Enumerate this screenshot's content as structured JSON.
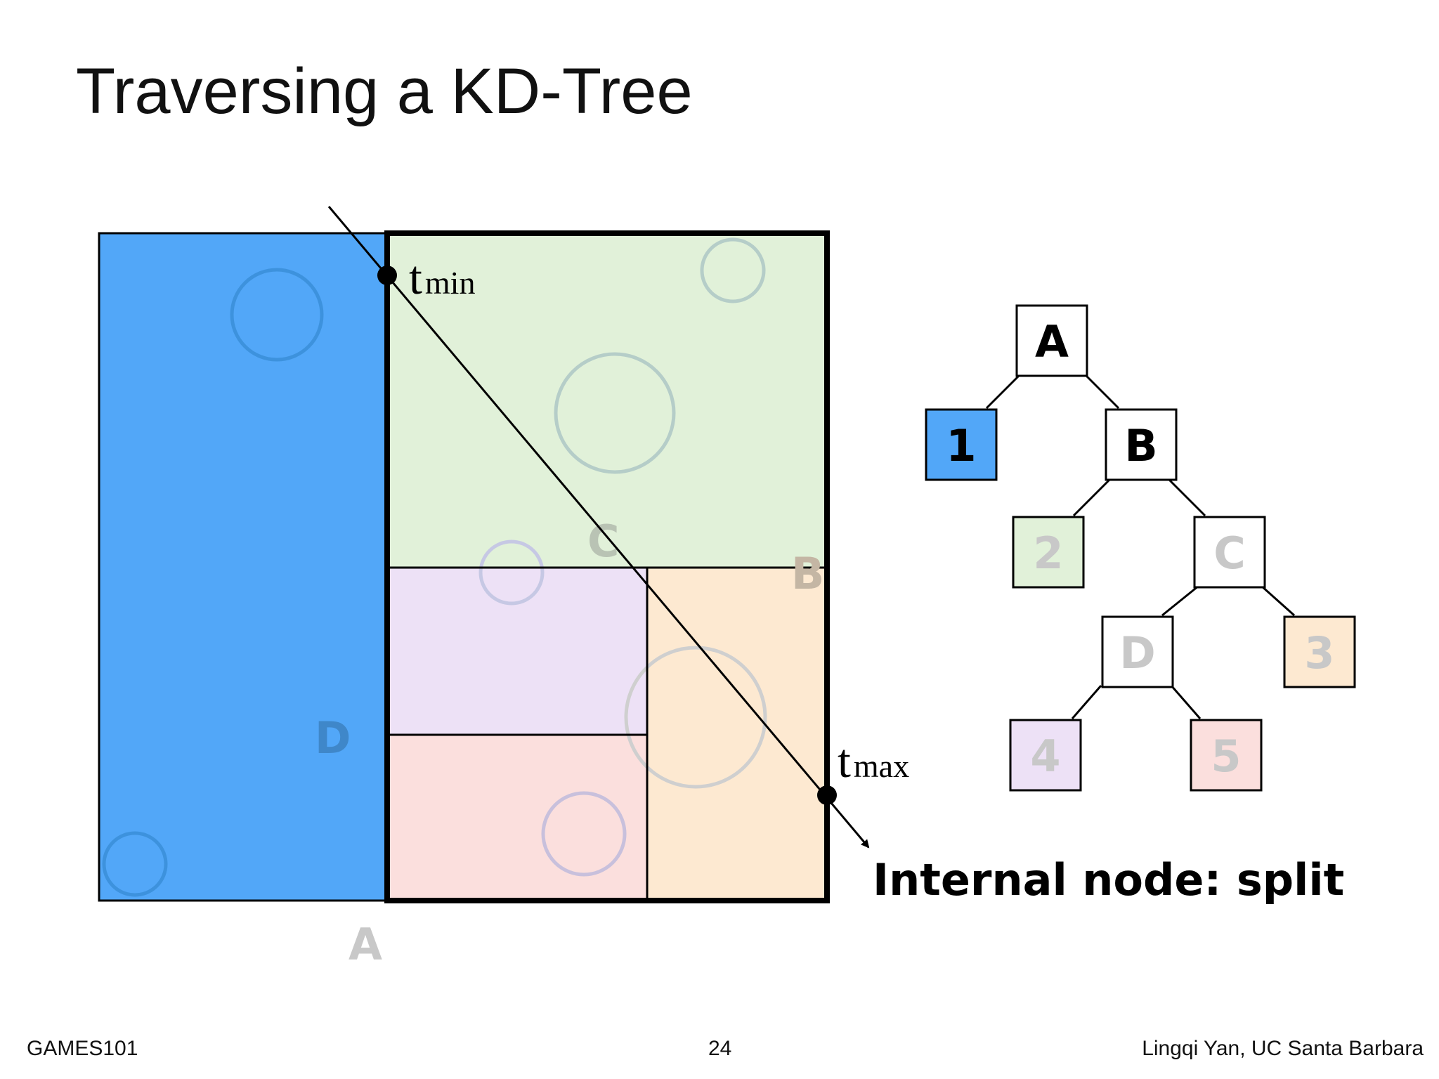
{
  "title": "Traversing a KD-Tree",
  "footer": {
    "left": "GAMES101",
    "page_number": "24",
    "right": "Lingqi Yan, UC Santa Barbara"
  },
  "scene": {
    "region_labels": {
      "A": "A",
      "B": "B",
      "C": "C",
      "D": "D"
    },
    "t_min": {
      "var": "t",
      "sub": "min"
    },
    "t_max": {
      "var": "t",
      "sub": "max"
    },
    "caption": "Internal node: split"
  },
  "tree": {
    "nodes": {
      "A": "A",
      "n1": "1",
      "B": "B",
      "n2": "2",
      "C": "C",
      "D": "D",
      "n3": "3",
      "n4": "4",
      "n5": "5"
    }
  },
  "colors": {
    "leaf1_blue": "#52a7f8",
    "region2_green": "#e1f1d9",
    "region3_orange": "#fde9d1",
    "region4_purple": "#ede1f6",
    "region5_pink": "#fbdfdd",
    "dim_label_gray": "#c8c8c8"
  }
}
